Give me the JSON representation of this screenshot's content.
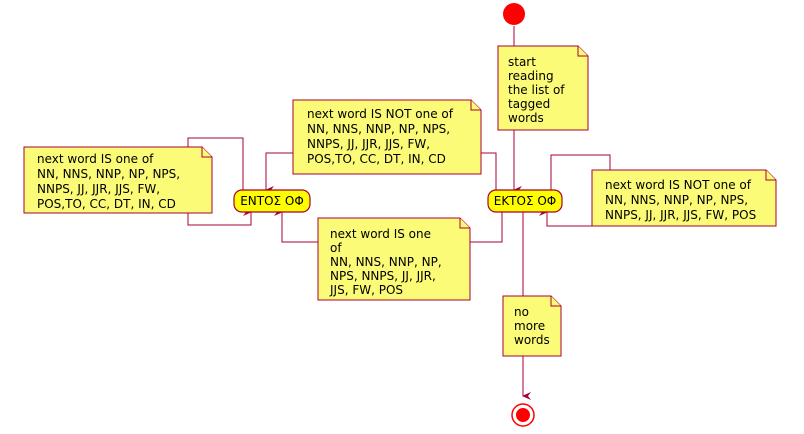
{
  "colors": {
    "edge": "#A80036",
    "note_fill": "#FBFB77",
    "state_fill": "#FEFE00",
    "start_fill": "#FF0000"
  },
  "states": {
    "entos": "ΕΝΤΟΣ ΟΦ",
    "ektos": "ΕΚΤΟΣ ΟΦ"
  },
  "notes": {
    "start": [
      "start",
      "reading",
      "the list of",
      "tagged",
      "words"
    ],
    "entos_self": [
      "next word IS one of",
      "NN, NNS, NNP, NP, NPS,",
      "NNPS, JJ, JJR, JJS, FW,",
      "POS,TO, CC, DT, IN, CD"
    ],
    "ektos_to_entos": [
      "next word IS NOT one of",
      "NN, NNS, NNP, NP, NPS,",
      "NNPS, JJ, JJR, JJS, FW,",
      "POS,TO, CC, DT, IN, CD"
    ],
    "entos_to_ektos": [
      "next word IS one",
      "of",
      "NN, NNS, NNP, NP,",
      "NPS, NNPS, JJ, JJR,",
      "JJS, FW, POS"
    ],
    "ektos_self": [
      "next word IS NOT one of",
      "NN, NNS, NNP, NP, NPS,",
      "NNPS, JJ, JJR, JJS, FW, POS"
    ],
    "end": [
      "no",
      "more",
      "words"
    ]
  }
}
